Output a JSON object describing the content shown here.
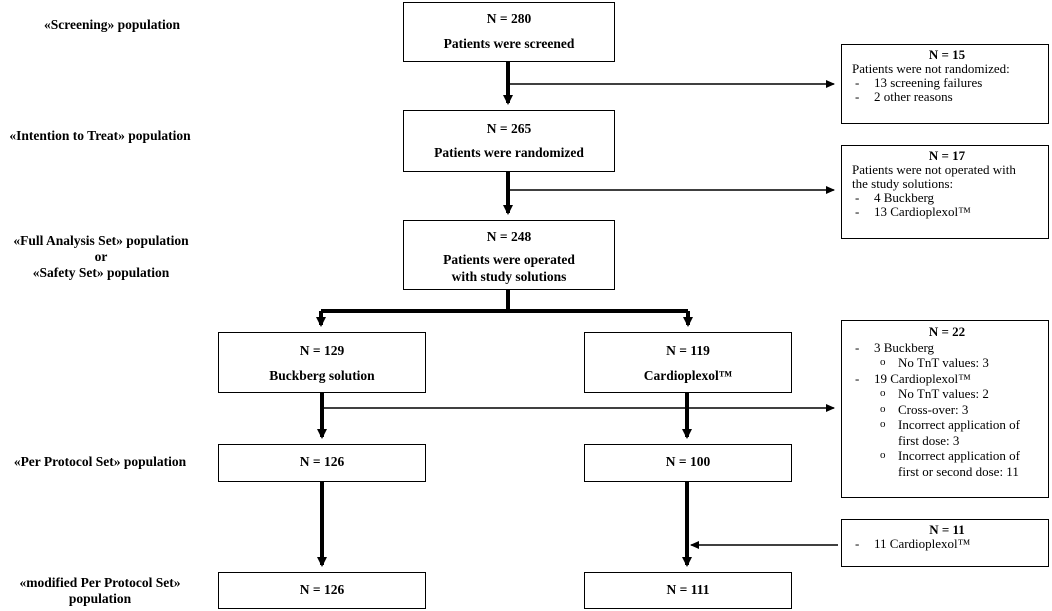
{
  "populations": {
    "screening": "«Screening» population",
    "itt": "«Intention to Treat» population",
    "fas_line1": "«Full Analysis Set» population",
    "fas_or": "or",
    "fas_line3": "«Safety Set» population",
    "pps": "«Per Protocol Set» population",
    "mpps_line1": "«modified Per Protocol Set»",
    "mpps_line2": "population"
  },
  "boxes": {
    "screened": {
      "n": "N = 280",
      "text": "Patients were screened"
    },
    "randomized": {
      "n": "N = 265",
      "text": "Patients were randomized"
    },
    "operated": {
      "n": "N = 248",
      "text_line1": "Patients were operated",
      "text_line2": "with study solutions"
    },
    "buckberg": {
      "n": "N = 129",
      "text": "Buckberg solution"
    },
    "cardioplexol": {
      "n": "N = 119",
      "text": "Cardioplexol™"
    },
    "pps_buckberg": {
      "n": "N = 126"
    },
    "pps_cardioplexol": {
      "n": "N = 100"
    },
    "mpps_buckberg": {
      "n": "N = 126"
    },
    "mpps_cardioplexol": {
      "n": "N = 111"
    }
  },
  "exclusions": {
    "not_randomized": {
      "n": "N = 15",
      "title": "Patients were not randomized:",
      "items": [
        "13 screening failures",
        "2 other reasons"
      ]
    },
    "not_operated": {
      "n": "N = 17",
      "title_line1": "Patients were not operated with",
      "title_line2": "the study solutions:",
      "items": [
        "4 Buckberg",
        "13 Cardioplexol™"
      ]
    },
    "protocol_deviations": {
      "n": "N = 22",
      "buckberg": "3 Buckberg",
      "buckberg_sub": [
        "No TnT values: 3"
      ],
      "cardioplexol": "19 Cardioplexol™",
      "cardioplexol_sub": [
        "No TnT values: 2",
        "Cross-over: 3",
        "Incorrect application of",
        "first dose: 3",
        "Incorrect application of",
        "first or second dose: 11"
      ]
    },
    "readded": {
      "n": "N = 11",
      "items": [
        "11 Cardioplexol™"
      ]
    }
  }
}
